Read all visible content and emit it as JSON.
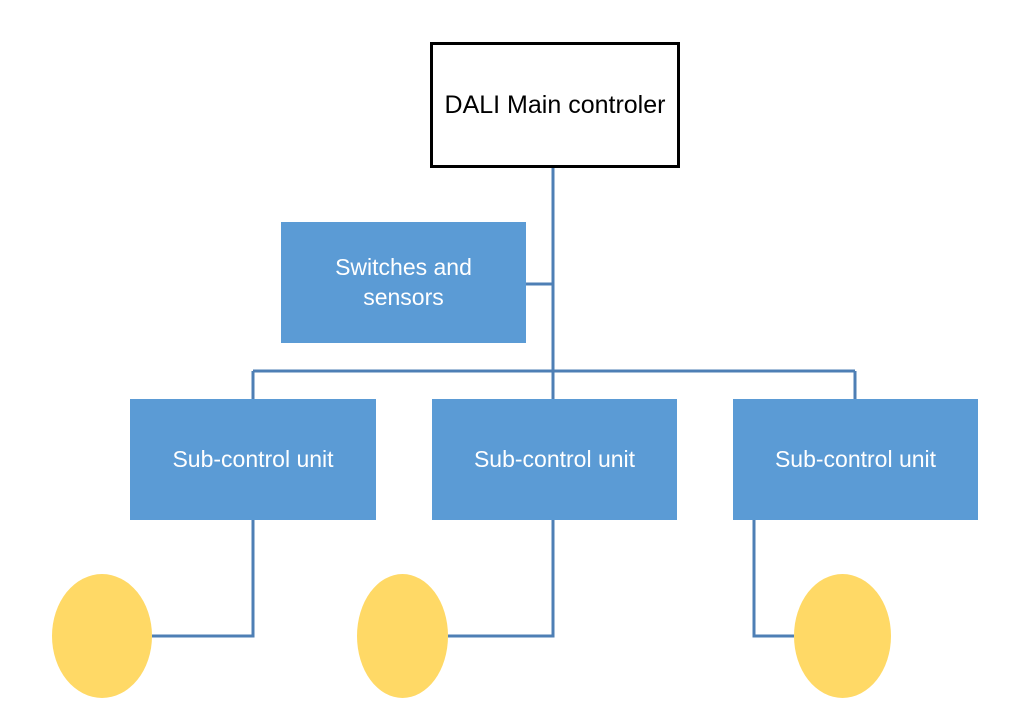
{
  "main_controller": {
    "label": "DALI Main controler"
  },
  "switches": {
    "label_line1": "Switches and",
    "label_line2": "sensors"
  },
  "sub_units": [
    {
      "label": "Sub-control unit"
    },
    {
      "label": "Sub-control unit"
    },
    {
      "label": "Sub-control unit"
    }
  ],
  "colors": {
    "connector": "#4e7fb5",
    "box_fill": "#5b9bd5",
    "lamp_fill": "#ffd966",
    "main_border": "#000000"
  }
}
